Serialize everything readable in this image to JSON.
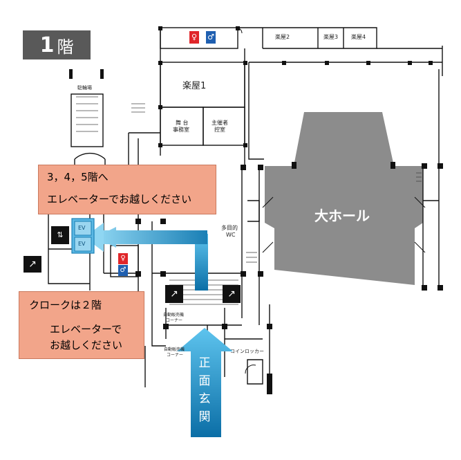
{
  "floor": {
    "number": "1",
    "suffix": "階"
  },
  "callouts": {
    "upper_floors": {
      "line1": "3，4，5階へ",
      "line2": "エレベーターでお越しください"
    },
    "cloak": {
      "line1": "クロークは２階",
      "line2": "エレベーターで",
      "line3": "お越しください"
    }
  },
  "rooms": {
    "gakuya1": "楽屋1",
    "gakuya2": "楽屋2",
    "gakuya3": "楽屋3",
    "gakuya4": "楽屋4",
    "bicycle": "駐輪場",
    "stage_office_1": "舞 台",
    "stage_office_2": "事務室",
    "organizer_1": "主催者",
    "organizer_2": "控室",
    "multipurpose_1": "多目的",
    "multipurpose_2": "WC",
    "main_hall": "大ホール",
    "vending1_1": "自動販売機",
    "vending1_2": "コーナー",
    "vending2_1": "自動販売機",
    "vending2_2": "コーナー",
    "coin_locker": "コインロッカー",
    "ev1": "EV",
    "ev2": "EV",
    "entrance": [
      "正",
      "面",
      "玄",
      "関"
    ]
  },
  "colors": {
    "callout_fill": "#f2a58a",
    "arrow_blue": "#1a8fc0",
    "hall_gray": "#8c8c8c",
    "badge_gray": "#595959",
    "restroom_red": "#e0262a",
    "restroom_blue": "#1f5fb0"
  },
  "icons": [
    "restroom-icon",
    "stairs-icon",
    "elevator-icon"
  ]
}
